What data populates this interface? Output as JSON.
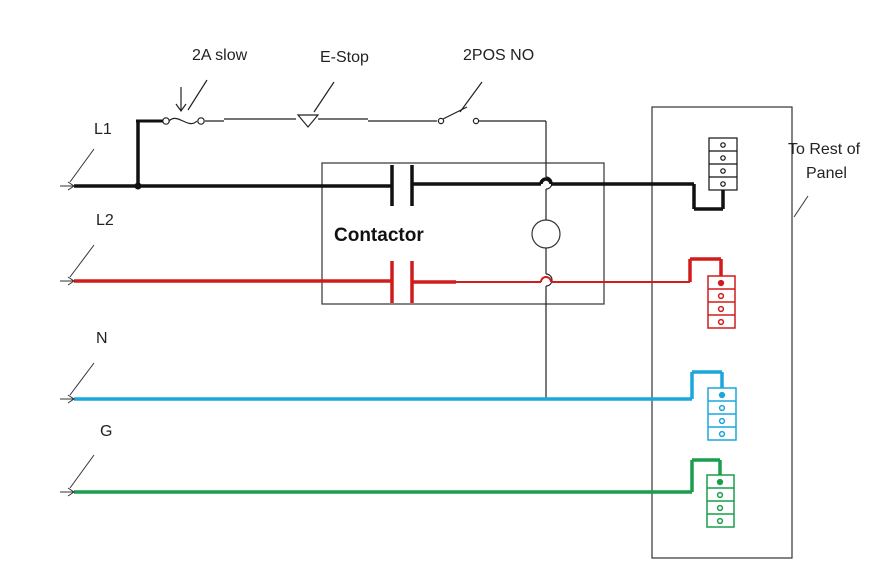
{
  "labels": {
    "fuse": "2A slow",
    "estop": "E-Stop",
    "switch": "2POS NO",
    "contactor": "Contactor",
    "panel_line1": "To Rest of",
    "panel_line2": "Panel"
  },
  "lines": [
    {
      "name": "L1",
      "color": "#111111"
    },
    {
      "name": "L2",
      "color": "#d01c1c"
    },
    {
      "name": "N",
      "color": "#1aa7dc"
    },
    {
      "name": "G",
      "color": "#1a9e4b"
    }
  ],
  "control_wire_color": "#222222"
}
